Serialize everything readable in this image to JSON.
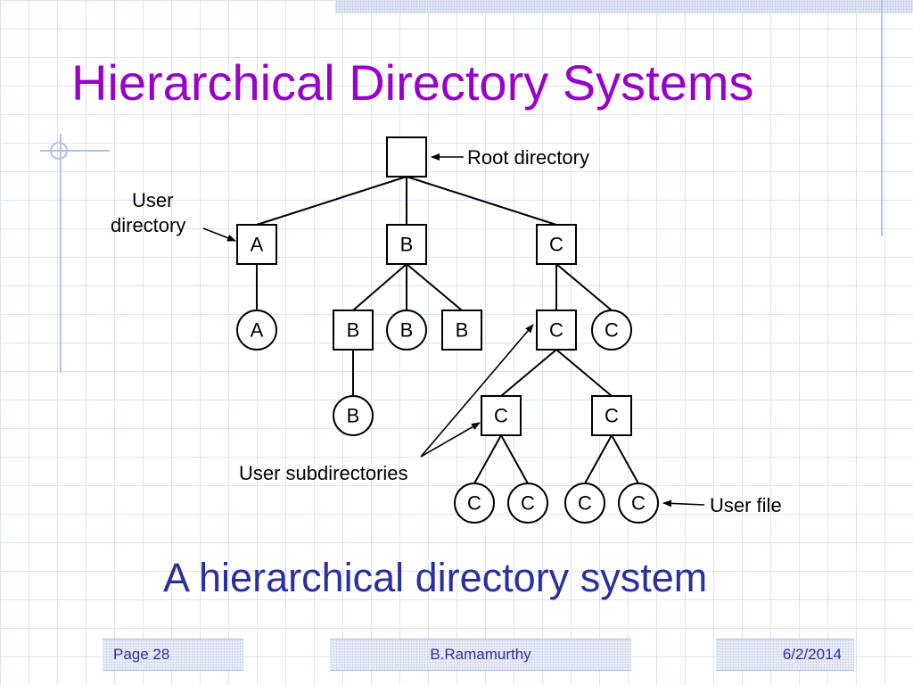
{
  "slide": {
    "title": "Hierarchical Directory Systems",
    "caption": "A hierarchical directory system"
  },
  "diagram": {
    "root_label": "Root directory",
    "user_directory_label_line1": "User",
    "user_directory_label_line2": "directory",
    "user_subdirectories_label": "User subdirectories",
    "user_file_label": "User file",
    "nodes": {
      "a_dir": "A",
      "a_file": "A",
      "b_dir": "B",
      "b_sub1": "B",
      "b_file1": "B",
      "b_file2": "B",
      "b_file3": "B",
      "c_dir": "C",
      "c_sub1": "C",
      "c_file1": "C",
      "c_sub2": "C",
      "c_sub3": "C",
      "c_file2": "C",
      "c_file3": "C",
      "c_file4": "C",
      "c_file5": "C"
    }
  },
  "footer": {
    "page": "Page 28",
    "author": "B.Ramamurthy",
    "date": "6/2/2014"
  }
}
